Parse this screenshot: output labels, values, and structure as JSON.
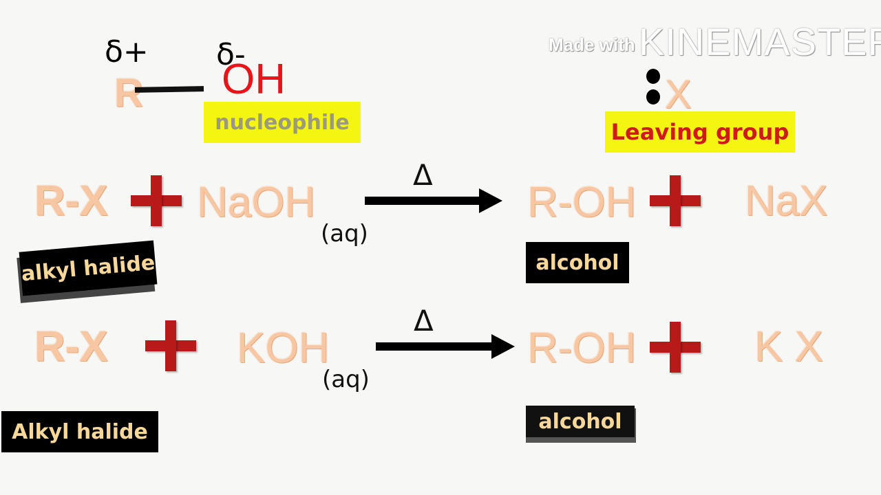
{
  "watermark": {
    "made_with": "Made with",
    "brand": "KINEMASTER"
  },
  "top_left": {
    "delta_plus": "δ+",
    "delta_minus": "δ-",
    "r": "R",
    "oh": "OH",
    "nucleophile_label": "nucleophile"
  },
  "top_right": {
    "x": "X",
    "leaving_group_label": "Leaving group"
  },
  "reaction1": {
    "reactant1": "R-X",
    "reactant2": "NaOH",
    "aq": "(aq)",
    "condition": "Δ",
    "product1": "R-OH",
    "product2": "NaX",
    "reactant_label": "alkyl halide",
    "product_label": "alcohol"
  },
  "reaction2": {
    "reactant1": "R-X",
    "reactant2": "KOH",
    "aq": "(aq)",
    "condition": "Δ",
    "product1": "R-OH",
    "product2": "K X",
    "reactant_label": "Alkyl halide",
    "product_label": "alcohol"
  },
  "colors": {
    "background": "#f7f7f5",
    "peach_text": "#f6c7a2",
    "plus_red": "#b81a1a",
    "oh_red": "#e8141a",
    "label_yellow": "#f4f510",
    "label_black": "#000000"
  }
}
